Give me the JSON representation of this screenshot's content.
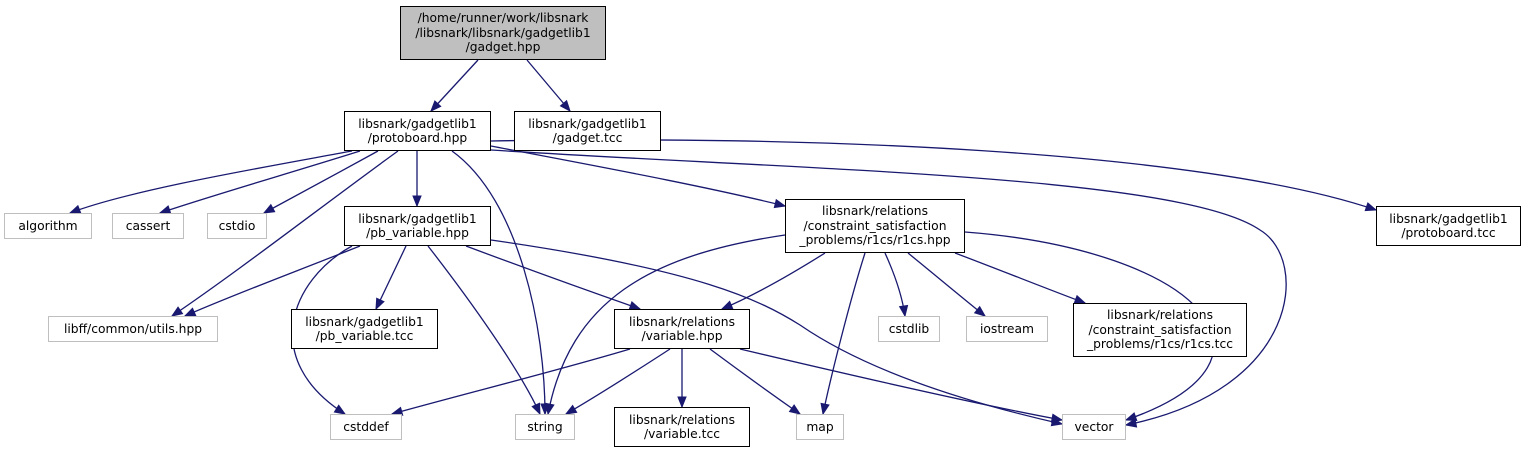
{
  "colors": {
    "edge": "#191970",
    "root_fill": "#bfbfbf",
    "external_border": "#bfbfbf",
    "node_border": "#000000"
  },
  "nodes": [
    {
      "id": "gadget_hpp",
      "lines": [
        "/home/runner/work/libsnark",
        "/libsnark/libsnark/gadgetlib1",
        "/gadget.hpp"
      ],
      "kind": "root"
    },
    {
      "id": "protoboard_hpp",
      "lines": [
        "libsnark/gadgetlib1",
        "/protoboard.hpp"
      ],
      "kind": "file"
    },
    {
      "id": "gadget_tcc",
      "lines": [
        "libsnark/gadgetlib1",
        "/gadget.tcc"
      ],
      "kind": "file"
    },
    {
      "id": "algorithm",
      "lines": [
        "algorithm"
      ],
      "kind": "external"
    },
    {
      "id": "cassert",
      "lines": [
        "cassert"
      ],
      "kind": "external"
    },
    {
      "id": "cstdio",
      "lines": [
        "cstdio"
      ],
      "kind": "external"
    },
    {
      "id": "pb_variable_hpp",
      "lines": [
        "libsnark/gadgetlib1",
        "/pb_variable.hpp"
      ],
      "kind": "file"
    },
    {
      "id": "r1cs_hpp",
      "lines": [
        "libsnark/relations",
        "/constraint_satisfaction",
        "_problems/r1cs/r1cs.hpp"
      ],
      "kind": "file"
    },
    {
      "id": "protoboard_tcc",
      "lines": [
        "libsnark/gadgetlib1",
        "/protoboard.tcc"
      ],
      "kind": "file"
    },
    {
      "id": "utils_hpp",
      "lines": [
        "libff/common/utils.hpp"
      ],
      "kind": "external"
    },
    {
      "id": "pb_variable_tcc",
      "lines": [
        "libsnark/gadgetlib1",
        "/pb_variable.tcc"
      ],
      "kind": "file"
    },
    {
      "id": "variable_hpp",
      "lines": [
        "libsnark/relations",
        "/variable.hpp"
      ],
      "kind": "file"
    },
    {
      "id": "cstdlib",
      "lines": [
        "cstdlib"
      ],
      "kind": "external"
    },
    {
      "id": "iostream",
      "lines": [
        "iostream"
      ],
      "kind": "external"
    },
    {
      "id": "r1cs_tcc",
      "lines": [
        "libsnark/relations",
        "/constraint_satisfaction",
        "_problems/r1cs/r1cs.tcc"
      ],
      "kind": "file"
    },
    {
      "id": "cstddef",
      "lines": [
        "cstddef"
      ],
      "kind": "external"
    },
    {
      "id": "string",
      "lines": [
        "string"
      ],
      "kind": "external"
    },
    {
      "id": "variable_tcc",
      "lines": [
        "libsnark/relations",
        "/variable.tcc"
      ],
      "kind": "file"
    },
    {
      "id": "map",
      "lines": [
        "map"
      ],
      "kind": "external"
    },
    {
      "id": "vector",
      "lines": [
        "vector"
      ],
      "kind": "external"
    }
  ],
  "edges": [
    {
      "from": "gadget_hpp",
      "to": "protoboard_hpp"
    },
    {
      "from": "gadget_hpp",
      "to": "gadget_tcc"
    },
    {
      "from": "protoboard_hpp",
      "to": "algorithm"
    },
    {
      "from": "protoboard_hpp",
      "to": "cassert"
    },
    {
      "from": "protoboard_hpp",
      "to": "cstdio"
    },
    {
      "from": "protoboard_hpp",
      "to": "utils_hpp"
    },
    {
      "from": "protoboard_hpp",
      "to": "pb_variable_hpp"
    },
    {
      "from": "protoboard_hpp",
      "to": "string"
    },
    {
      "from": "protoboard_hpp",
      "to": "r1cs_hpp"
    },
    {
      "from": "protoboard_hpp",
      "to": "vector"
    },
    {
      "from": "protoboard_hpp",
      "to": "protoboard_tcc"
    },
    {
      "from": "pb_variable_hpp",
      "to": "utils_hpp"
    },
    {
      "from": "pb_variable_hpp",
      "to": "cstddef"
    },
    {
      "from": "pb_variable_hpp",
      "to": "pb_variable_tcc"
    },
    {
      "from": "pb_variable_hpp",
      "to": "string"
    },
    {
      "from": "pb_variable_hpp",
      "to": "variable_hpp"
    },
    {
      "from": "pb_variable_hpp",
      "to": "vector"
    },
    {
      "from": "r1cs_hpp",
      "to": "string"
    },
    {
      "from": "r1cs_hpp",
      "to": "variable_hpp"
    },
    {
      "from": "r1cs_hpp",
      "to": "map"
    },
    {
      "from": "r1cs_hpp",
      "to": "cstdlib"
    },
    {
      "from": "r1cs_hpp",
      "to": "iostream"
    },
    {
      "from": "r1cs_hpp",
      "to": "r1cs_tcc"
    },
    {
      "from": "r1cs_hpp",
      "to": "vector"
    },
    {
      "from": "variable_hpp",
      "to": "cstddef"
    },
    {
      "from": "variable_hpp",
      "to": "string"
    },
    {
      "from": "variable_hpp",
      "to": "variable_tcc"
    },
    {
      "from": "variable_hpp",
      "to": "map"
    },
    {
      "from": "variable_hpp",
      "to": "vector"
    }
  ]
}
